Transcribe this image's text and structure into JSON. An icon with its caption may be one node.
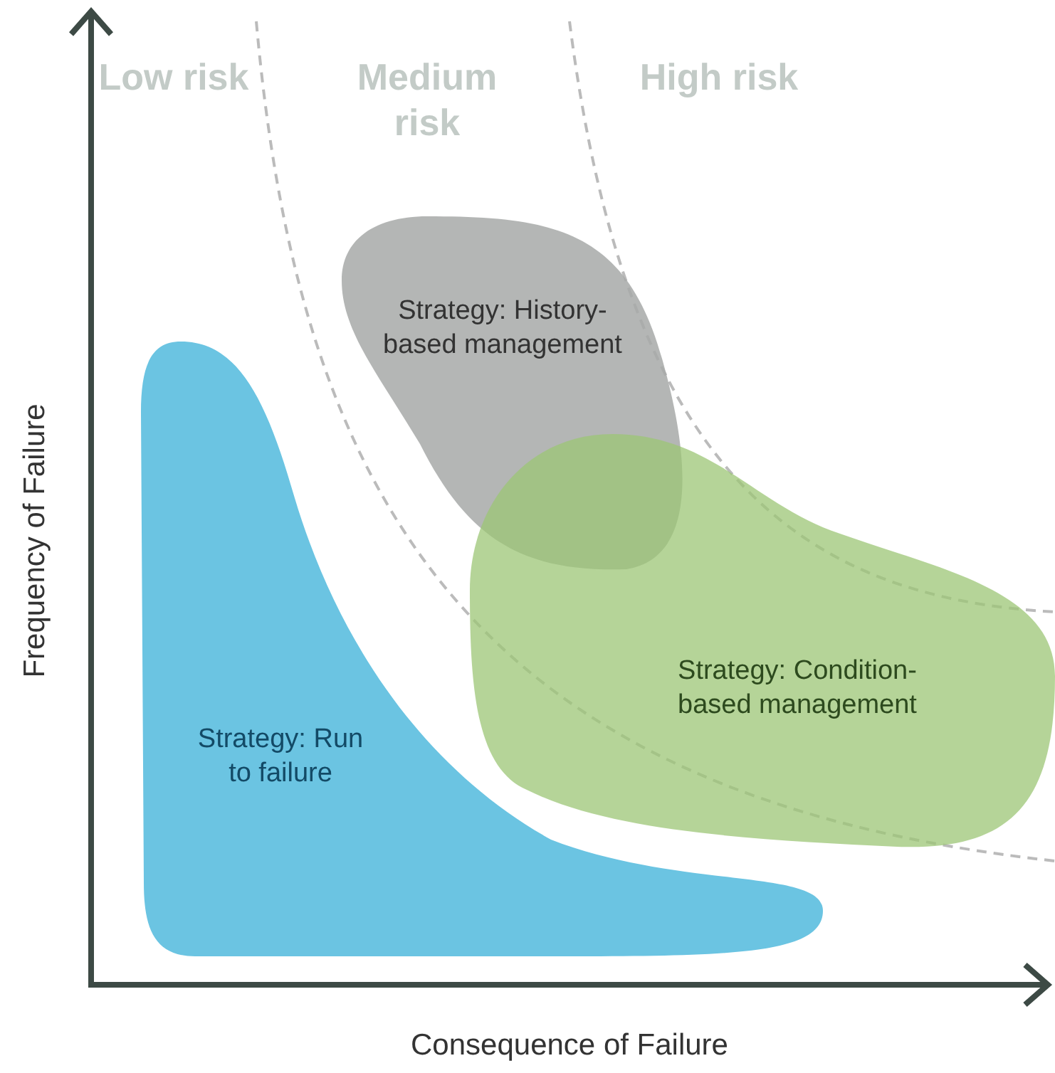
{
  "diagram": {
    "nodes": [
      {
        "text": [
          "Strategy: History-based management"
        ]
      },
      {
        "text": [
          "Strategy: Condition-based management"
        ]
      },
      {
        "text": [
          "Strategy: Run to failure"
        ]
      }
    ],
    "labels": [
      "Low risk",
      "Medium risk",
      "High risk",
      "Frequency of Failure",
      "Consequence of Failure"
    ]
  }
}
